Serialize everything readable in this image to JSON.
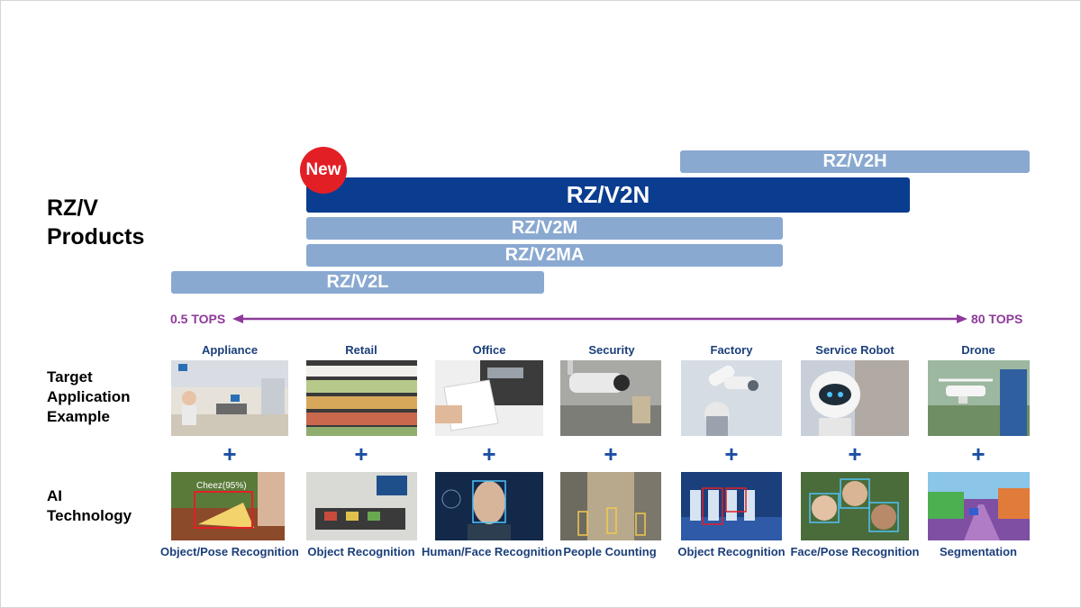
{
  "heading": {
    "line1": "RZ/V",
    "line2": "Products"
  },
  "badge": {
    "label": "New",
    "color": "#e31f26"
  },
  "products": [
    {
      "name": "RZ/V2H"
    },
    {
      "name": "RZ/V2N",
      "highlight": true
    },
    {
      "name": "RZ/V2M"
    },
    {
      "name": "RZ/V2MA"
    },
    {
      "name": "RZ/V2L"
    }
  ],
  "scale": {
    "min_label": "0.5 TOPS",
    "max_label": "80 TOPS",
    "color": "#8e3a9a"
  },
  "rows": {
    "target": {
      "line1": "Target",
      "line2": "Application",
      "line3": "Example"
    },
    "ai": {
      "line1": "AI",
      "line2": "Technology"
    }
  },
  "plus_symbol": "+",
  "photo_overlay_text": "Cheez(95%)",
  "columns": [
    {
      "application": "Appliance",
      "ai_technology": "Object/Pose Recognition"
    },
    {
      "application": "Retail",
      "ai_technology": "Object Recognition"
    },
    {
      "application": "Office",
      "ai_technology": "Human/Face Recognition"
    },
    {
      "application": "Security",
      "ai_technology": "People Counting"
    },
    {
      "application": "Factory",
      "ai_technology": "Object Recognition"
    },
    {
      "application": "Service Robot",
      "ai_technology": "Face/Pose Recognition"
    },
    {
      "application": "Drone",
      "ai_technology": "Segmentation"
    }
  ],
  "colors": {
    "main_bar": "#0a3d8f",
    "other_bars": "#8aa9d1",
    "label_text": "#1b3f7a",
    "plus": "#1b4fa3"
  }
}
